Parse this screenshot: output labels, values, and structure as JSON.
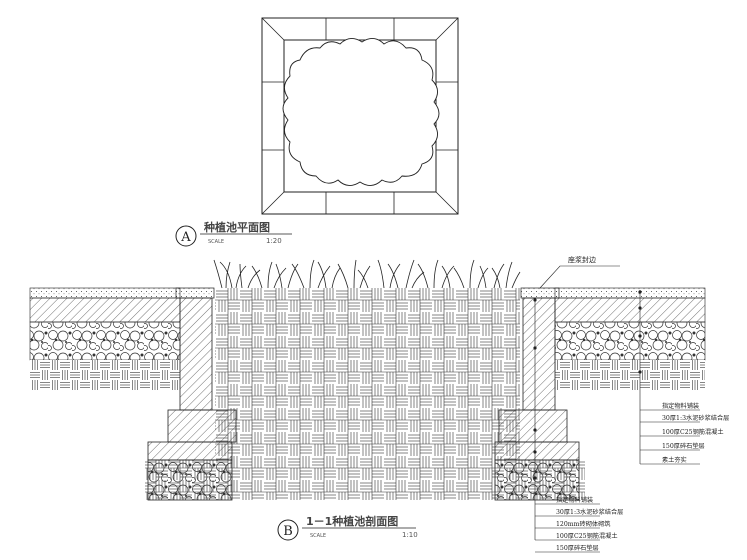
{
  "plan_view": {
    "marker": "A",
    "title": "种植池平面图",
    "scale_label": "SCALE",
    "scale_value": "1:20"
  },
  "section_view": {
    "marker": "B",
    "title": "1－1种植池剖面图",
    "scale_label": "SCALE",
    "scale_value": "1:10"
  },
  "annotations": {
    "top": "座浆封边",
    "right_side": [
      "指定物料铺装",
      "30厚1:3水泥砂浆结合层",
      "100厚C25钢筋混凝土",
      "150厚碎石垫层",
      "素土夯实"
    ],
    "bottom": [
      "指定物料铺装",
      "30厚1:3水泥砂浆结合层",
      "120mm砖砌体砌筑",
      "100厚C25钢筋混凝土",
      "150厚碎石垫层"
    ]
  }
}
